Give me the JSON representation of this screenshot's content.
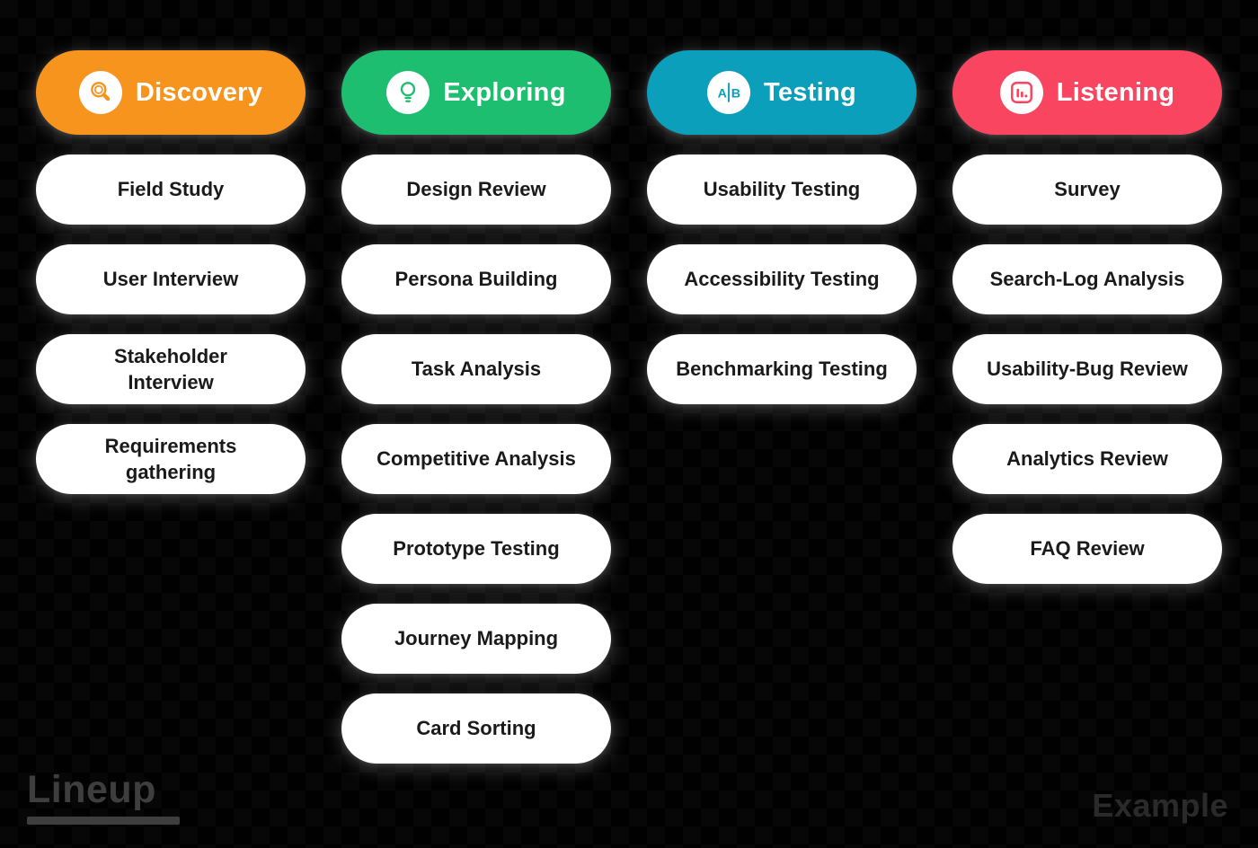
{
  "watermark": {
    "brand": "Lineup",
    "label": "Example"
  },
  "columns": [
    {
      "id": "discovery",
      "title": "Discovery",
      "color": "#F7941E",
      "icon": "magnifier-icon",
      "items": [
        "Field Study",
        "User Interview",
        "Stakeholder\nInterview",
        "Requirements\ngathering"
      ]
    },
    {
      "id": "exploring",
      "title": "Exploring",
      "color": "#1EBE70",
      "icon": "lightbulb-icon",
      "items": [
        "Design Review",
        "Persona Building",
        "Task Analysis",
        "Competitive Analysis",
        "Prototype Testing",
        "Journey Mapping",
        "Card Sorting"
      ]
    },
    {
      "id": "testing",
      "title": "Testing",
      "color": "#0B9FBB",
      "icon": "ab-test-icon",
      "items": [
        "Usability Testing",
        "Accessibility Testing",
        "Benchmarking Testing"
      ]
    },
    {
      "id": "listening",
      "title": "Listening",
      "color": "#F9455F",
      "icon": "bar-chart-icon",
      "items": [
        "Survey",
        "Search-Log Analysis",
        "Usability-Bug Review",
        "Analytics Review",
        "FAQ Review"
      ]
    }
  ]
}
